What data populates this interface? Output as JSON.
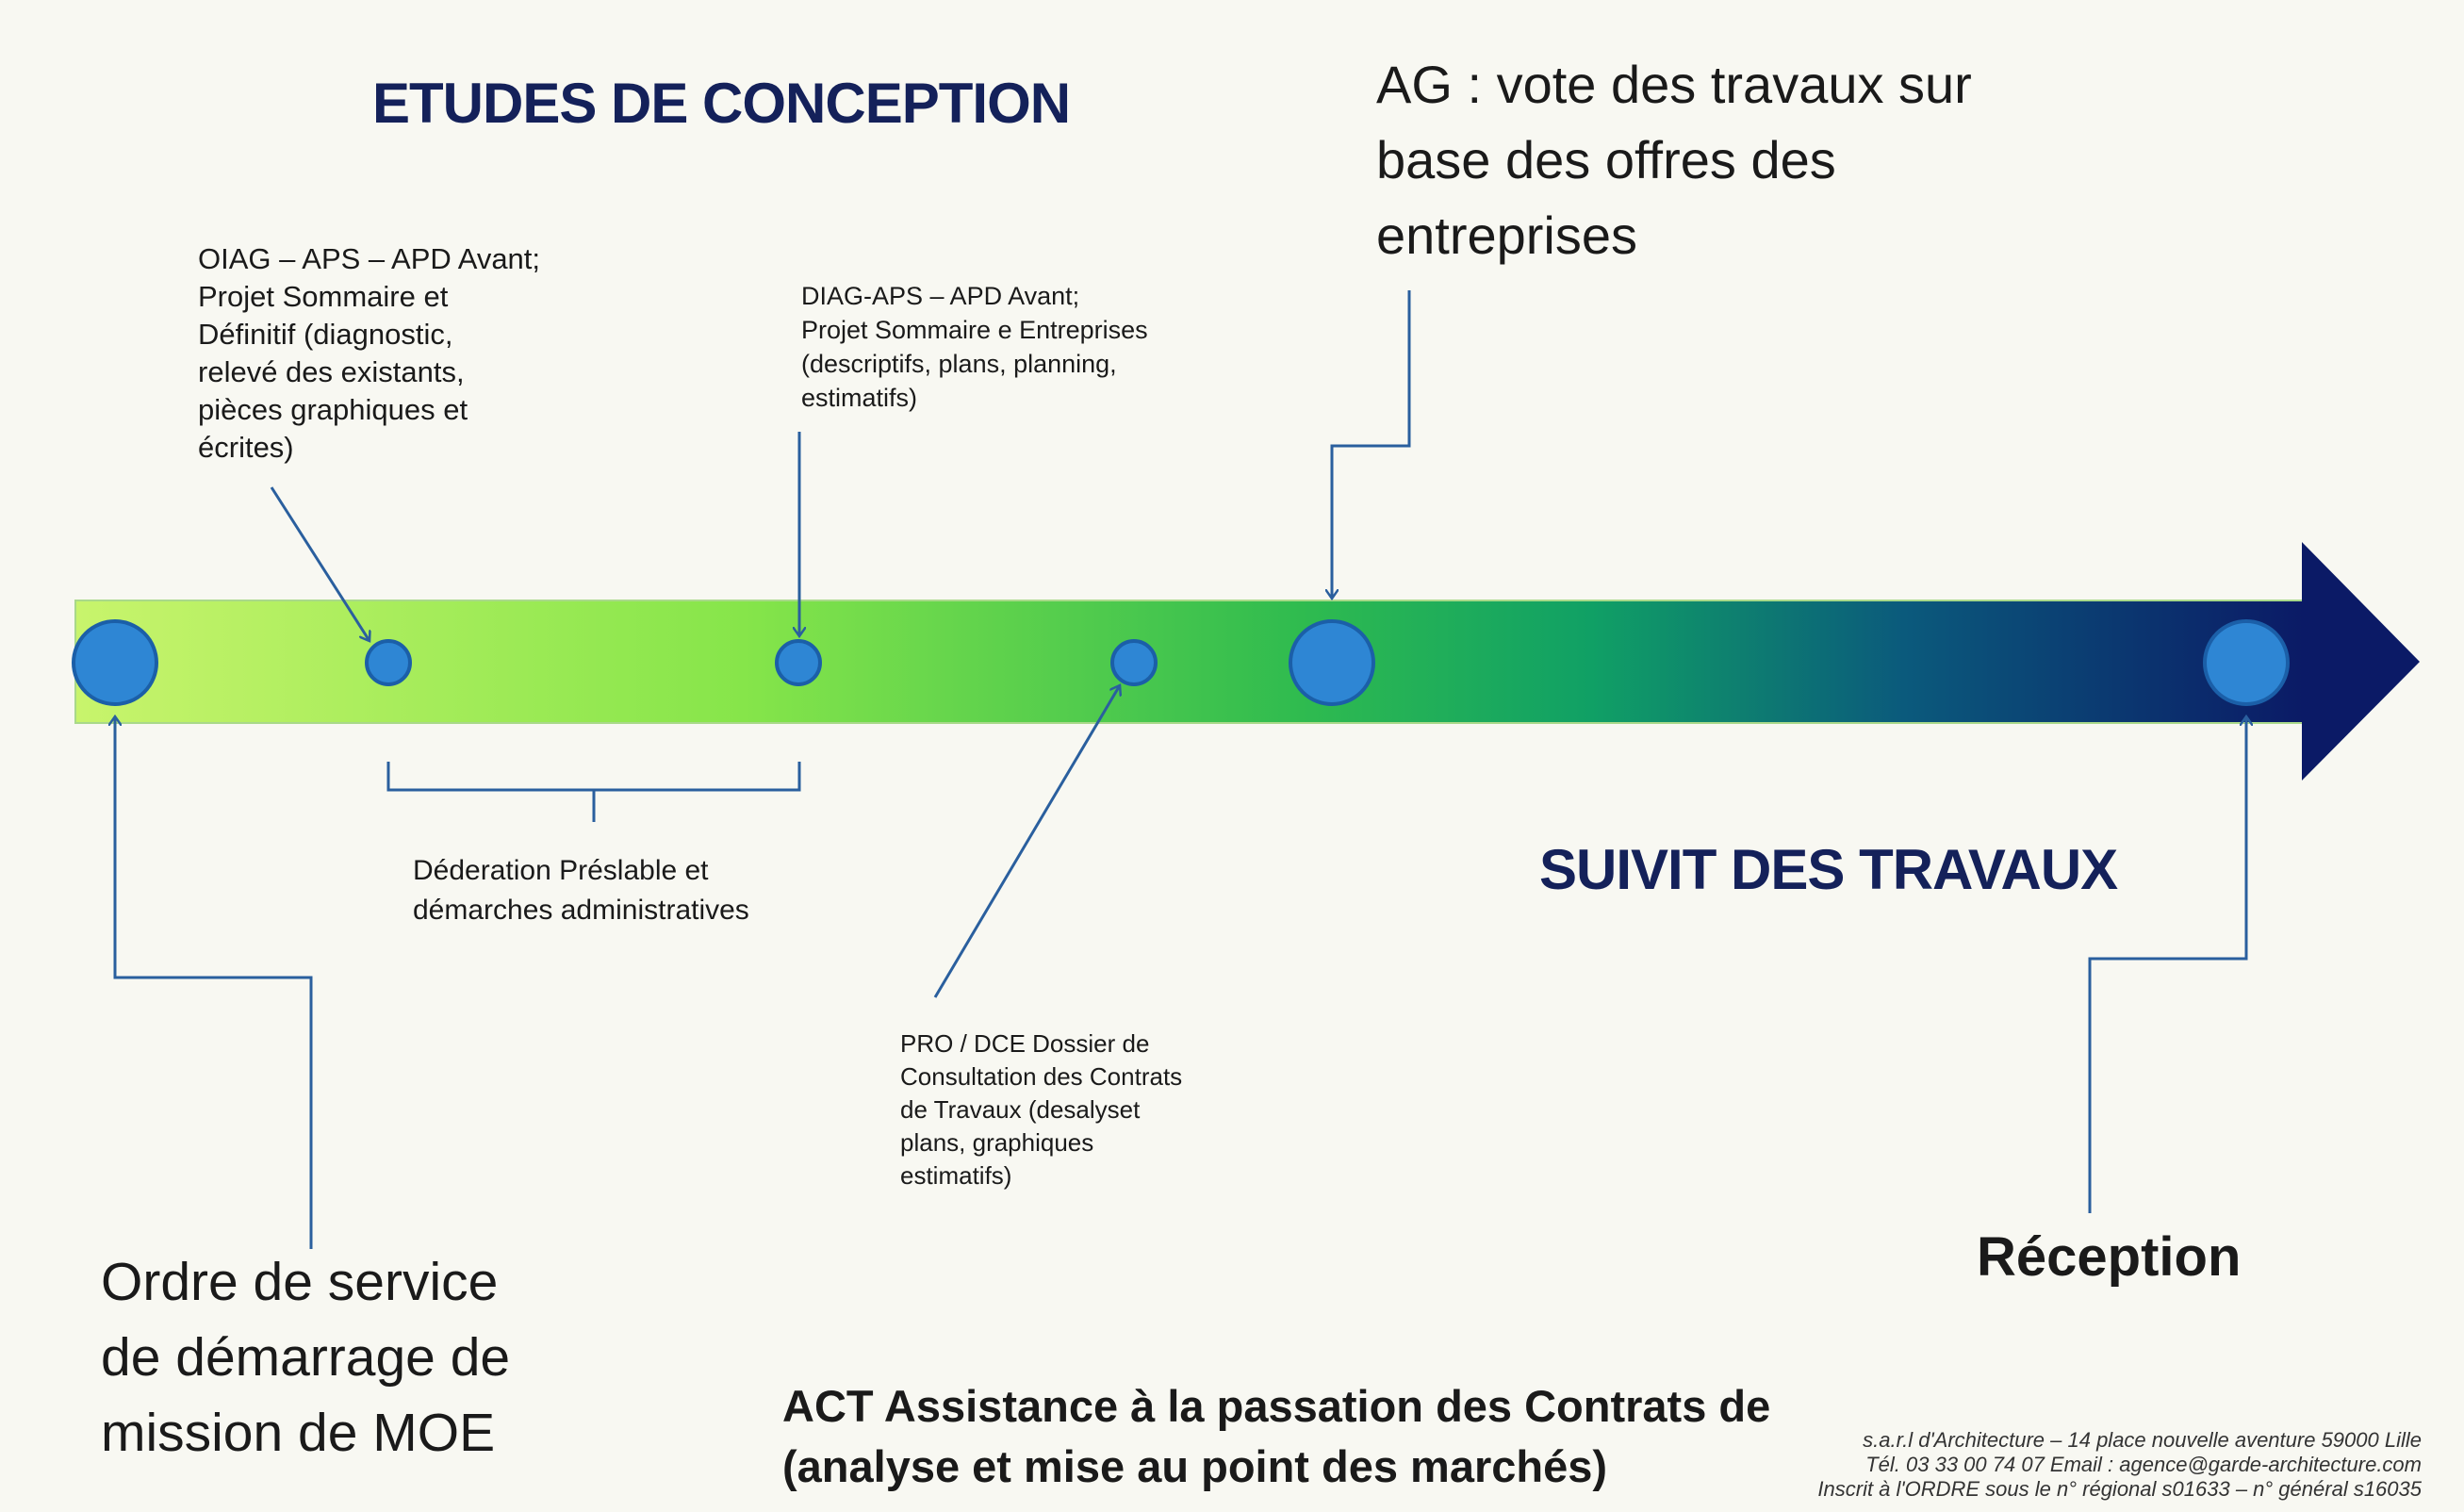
{
  "titles": {
    "conception": "ETUDES DE CONCEPTION",
    "suivi": "SUIVIT DES TRAVAUX"
  },
  "annotations": {
    "ag_vote": "AG : vote des travaux sur\nbase des offres des\nentreprises",
    "diag_left": "OIAG – APS – APD Avant;\nProjet Sommaire et\nDéfinitif (diagnostic,\nrelevé des existants,\npièces graphiques et\nécrites)",
    "diag_mid": "DIAG-APS – APD Avant;\nProjet Sommaire e Entreprises\n(descriptifs, plans, planning,\nestimatifs)",
    "deliberation": "Déderation Préslable et\ndémarches administratives",
    "pro_dce": "PRO / DCE Dossier de\nConsultation des Contrats\nde Travaux (desalyset\nplans, graphiques\nestimatifs)",
    "ordre_service": "Ordre de service\nde démarrage de\nmission de MOE",
    "reception": "Réception",
    "act": "ACT Assistance à la passation des Contrats de\n(analyse et mise au point des marchés)"
  },
  "footer": {
    "line1": "s.a.r.l d'Architecture – 14 place nouvelle aventure 59000 Lille",
    "line2": "Tél. 03 33 00 74 07 Email : agence@garde-architecture.com",
    "line3": "Inscrit à l'ORDRE sous le n° régional s01633 – n° général s16035"
  },
  "colors": {
    "title": "#14215a",
    "milestone": "#2e86d4",
    "connector": "#2a5f9e",
    "bar_start": "#c8f46c",
    "bar_mid": "#2fbb4f",
    "bar_end": "#0b1a66"
  }
}
